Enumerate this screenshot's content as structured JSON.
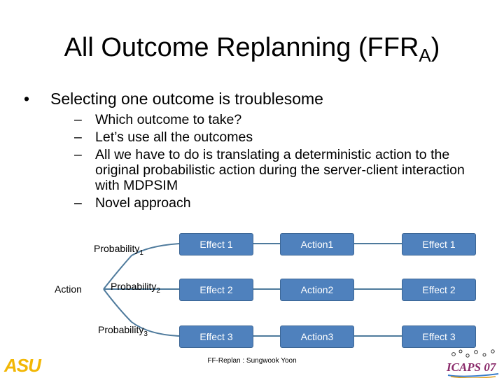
{
  "slide": {
    "title_main": "All Outcome Replanning (FFR",
    "title_sub": "A",
    "title_end": ")",
    "bullet": "Selecting one outcome is troublesome",
    "subbullets": [
      "Which outcome to take?",
      "Let’s use all the outcomes",
      "All we have to do is translating a deterministic action to the original probabilistic action during the server-client interaction with MDPSIM",
      "Novel approach"
    ],
    "footer": "FF-Replan : Sungwook Yoon",
    "asu_logo": "ASU",
    "icaps_logo": "ICAPS 07"
  },
  "diagram": {
    "action_label": "Action",
    "probability_base": "Probability",
    "probability_subs": [
      "1",
      "2",
      "3"
    ],
    "effects_left": [
      "Effect 1",
      "Effect 2",
      "Effect 3"
    ],
    "actions_middle": [
      "Action1",
      "Action2",
      "Action3"
    ],
    "effects_right": [
      "Effect 1",
      "Effect 2",
      "Effect 3"
    ],
    "colors": {
      "box_fill": "#4f81bd",
      "box_border": "#3c6695",
      "edge": "#4e7a9c",
      "box_text": "#ffffff"
    }
  }
}
